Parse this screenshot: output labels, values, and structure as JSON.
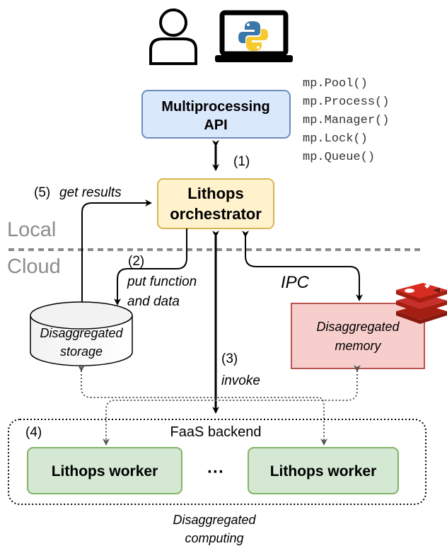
{
  "api_calls": [
    "mp.Pool()",
    "mp.Process()",
    "mp.Manager()",
    "mp.Lock()",
    "mp.Queue()"
  ],
  "multiprocessing_api": {
    "line1": "Multiprocessing",
    "line2": "API"
  },
  "orchestrator": {
    "line1": "Lithops",
    "line2": "orchestrator"
  },
  "zones": {
    "local": "Local",
    "cloud": "Cloud"
  },
  "storage": {
    "line1": "Disaggregated",
    "line2": "storage"
  },
  "memory": {
    "line1": "Disaggregated",
    "line2": "memory"
  },
  "faas": {
    "title": "FaaS backend",
    "worker1": "Lithops worker",
    "ellipsis": "···",
    "worker2": "Lithops worker"
  },
  "computing": {
    "line1": "Disaggregated",
    "line2": "computing"
  },
  "steps": {
    "s1": "(1)",
    "s2": "(2)",
    "s2_l1": "put function",
    "s2_l2": "and data",
    "s3": "(3)",
    "s3_l1": "invoke",
    "s4": "(4)",
    "s5_num": "(5)",
    "s5_text": "get results",
    "ipc": "IPC"
  },
  "colors": {
    "api_fill": "#dae8fc",
    "api_stroke": "#6c8ebf",
    "orch_fill": "#fff2cc",
    "orch_stroke": "#d6b656",
    "mem_fill": "#f8cecc",
    "mem_stroke": "#b85450",
    "worker_fill": "#d5e8d4",
    "worker_stroke": "#82b366",
    "redis": "#c6302b"
  },
  "icons": [
    "user-icon",
    "laptop-icon",
    "python-logo-icon",
    "redis-logo-icon"
  ]
}
